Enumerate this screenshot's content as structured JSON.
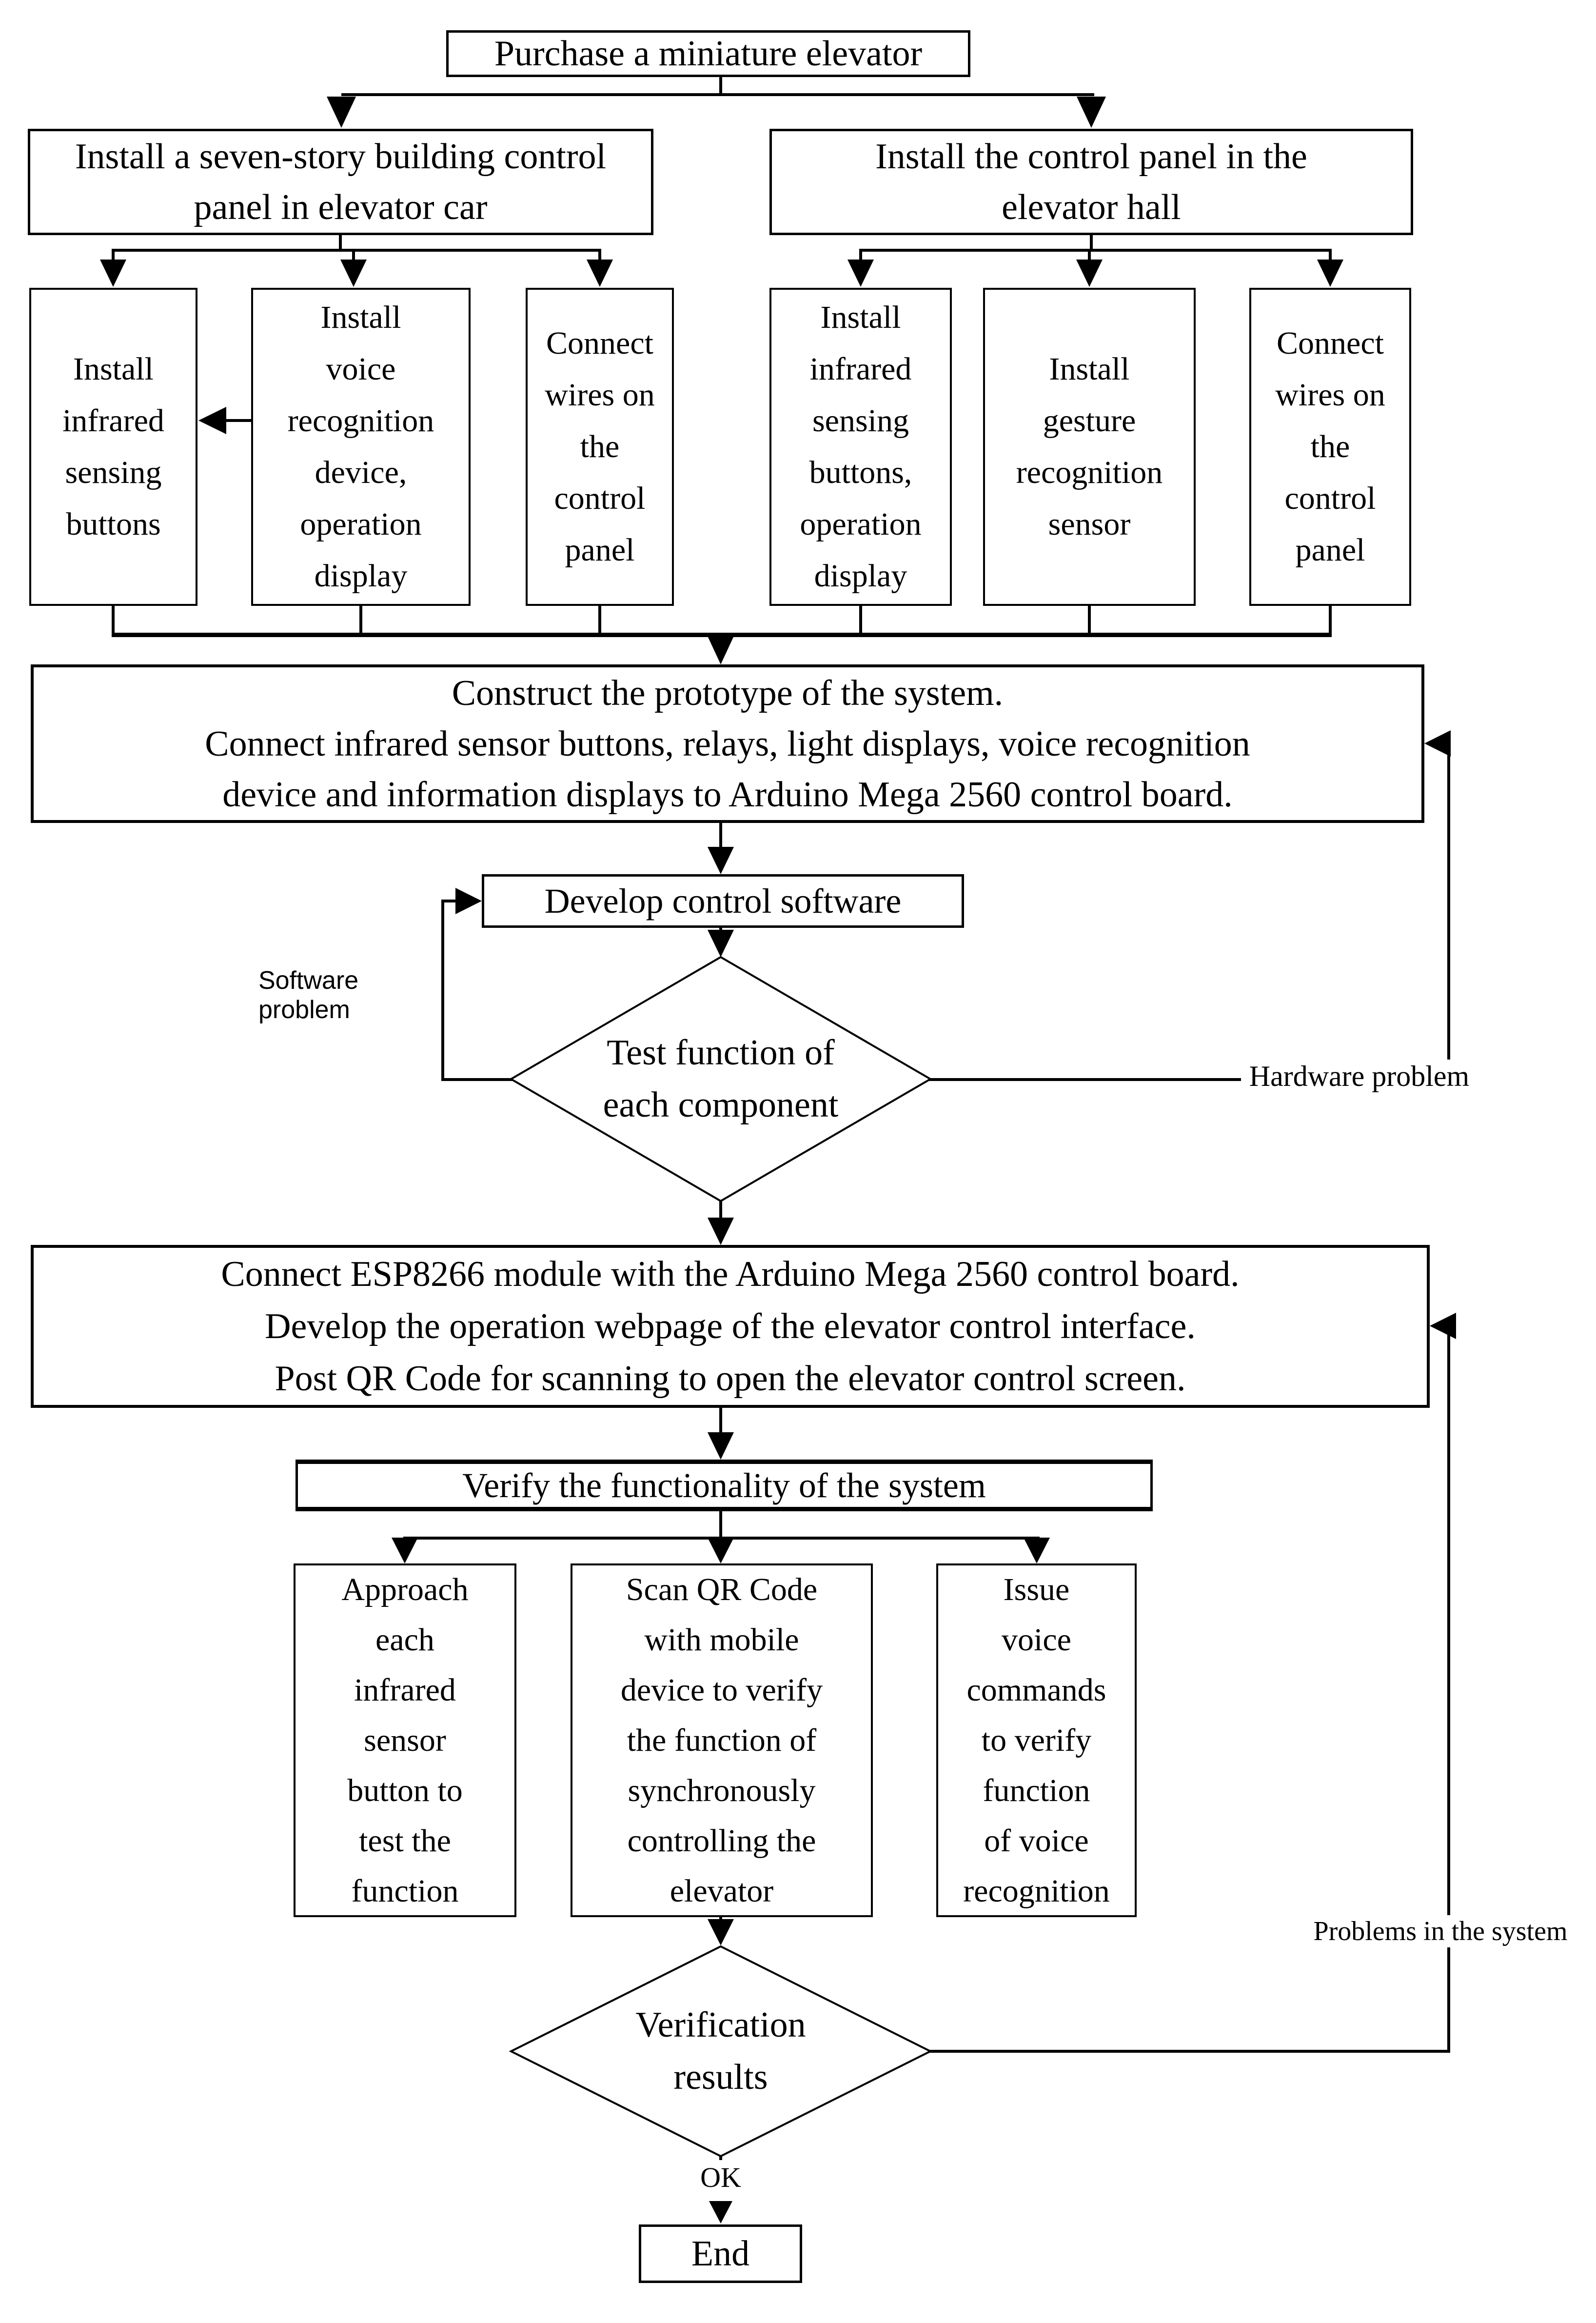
{
  "title": "Elevator control system development flowchart",
  "colors": {
    "background": "#ffffff",
    "line": "#000000",
    "text": "#000000"
  },
  "nodes": {
    "purchase": {
      "lines": [
        "Purchase a miniature elevator"
      ]
    },
    "install_car": {
      "lines": [
        "Install a seven-story building control",
        "panel in elevator car"
      ]
    },
    "install_hall": {
      "lines": [
        "Install the control panel in the",
        "elevator hall"
      ]
    },
    "car_buttons": {
      "lines": [
        "Install",
        "infrared",
        "sensing",
        "buttons"
      ]
    },
    "car_voice": {
      "lines": [
        "Install",
        "voice",
        "recognition",
        "device,",
        "operation",
        "display"
      ]
    },
    "car_wires": {
      "lines": [
        "Connect",
        "wires on",
        "the",
        "control",
        "panel"
      ]
    },
    "hall_buttons": {
      "lines": [
        "Install",
        "infrared",
        "sensing",
        "buttons,",
        "operation",
        "display"
      ]
    },
    "hall_gesture": {
      "lines": [
        "Install",
        "gesture",
        "recognition",
        "sensor"
      ]
    },
    "hall_wires": {
      "lines": [
        "Connect",
        "wires on",
        "the",
        "control",
        "panel"
      ]
    },
    "construct": {
      "lines": [
        "Construct the prototype of the system.",
        "Connect infrared sensor buttons, relays, light displays, voice recognition",
        "device and information displays to Arduino Mega 2560 control board."
      ]
    },
    "develop": {
      "lines": [
        "Develop control software"
      ]
    },
    "test_diamond": {
      "lines": [
        "Test function of",
        "each component"
      ]
    },
    "esp": {
      "lines": [
        "Connect ESP8266 module with the Arduino Mega 2560 control board.",
        "Develop the operation webpage of the elevator control interface.",
        "Post QR Code for scanning to open the elevator control screen."
      ]
    },
    "verify": {
      "lines": [
        "Verify the functionality of the system"
      ]
    },
    "verify_ir": {
      "lines": [
        "Approach",
        "each",
        "infrared",
        "sensor",
        "button to",
        "test the",
        "function"
      ]
    },
    "verify_qr": {
      "lines": [
        "Scan QR Code",
        "with mobile",
        "device to verify",
        "the function of",
        "synchronously",
        "controlling the",
        "elevator"
      ]
    },
    "verify_voice": {
      "lines": [
        "Issue",
        "voice",
        "commands",
        "to verify",
        "function",
        "of voice",
        "recognition"
      ]
    },
    "results_diamond": {
      "lines": [
        "Verification",
        "results"
      ]
    },
    "end": {
      "lines": [
        "End"
      ]
    }
  },
  "edge_labels": {
    "software": "Software problem",
    "hardware": "Hardware problem",
    "problems": "Problems in the system",
    "ok": "OK"
  }
}
